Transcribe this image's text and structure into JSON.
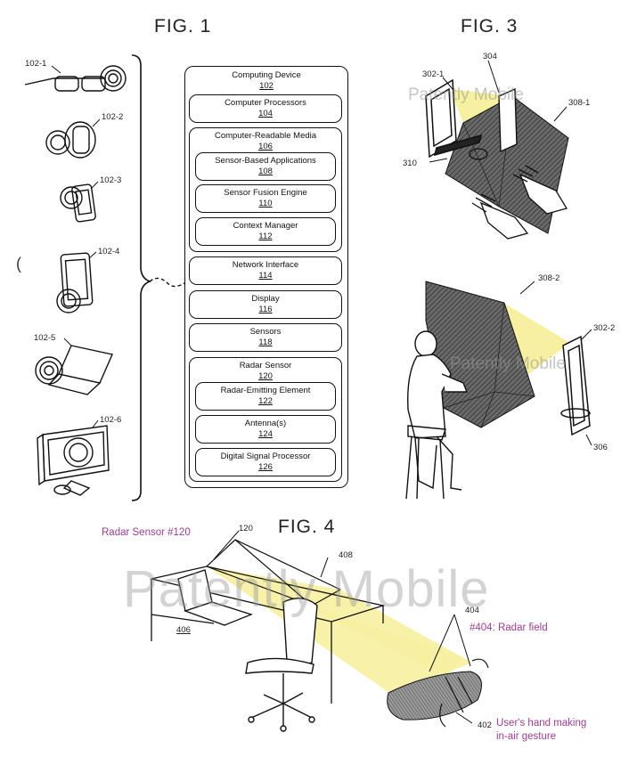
{
  "figures": {
    "fig1_title": "FIG. 1",
    "fig3_title": "FIG. 3",
    "fig4_title": "FIG. 4"
  },
  "fig1": {
    "devices": [
      "102-1",
      "102-2",
      "102-3",
      "102-4",
      "102-5",
      "102-6"
    ],
    "paren": "(",
    "computing_device": {
      "label": "Computing Device",
      "ref": "102"
    },
    "blocks": [
      {
        "label": "Computer Processors",
        "ref": "104"
      },
      {
        "label": "Computer-Readable Media",
        "ref": "106"
      },
      {
        "label": "Sensor-Based Applications",
        "ref": "108"
      },
      {
        "label": "Sensor Fusion Engine",
        "ref": "110"
      },
      {
        "label": "Context Manager",
        "ref": "112"
      },
      {
        "label": "Network Interface",
        "ref": "114"
      },
      {
        "label": "Display",
        "ref": "116"
      },
      {
        "label": "Sensors",
        "ref": "118"
      },
      {
        "label": "Radar Sensor",
        "ref": "120"
      },
      {
        "label": "Radar-Emitting Element",
        "ref": "122"
      },
      {
        "label": "Antenna(s)",
        "ref": "124"
      },
      {
        "label": "Digital Signal Processor",
        "ref": "126"
      }
    ]
  },
  "fig3": {
    "labels": {
      "l302_1": "302-1",
      "l304": "304",
      "l308_1": "308-1",
      "l310": "310",
      "l308_2": "308-2",
      "l302_2": "302-2",
      "l306": "306"
    }
  },
  "fig4": {
    "labels": {
      "l120": "120",
      "l408": "408",
      "l406": "406",
      "l404": "404",
      "l402": "402"
    },
    "annotations": {
      "radar_sensor": "Radar Sensor #120",
      "radar_field": "#404: Radar field",
      "hand_line1": "User's hand making",
      "hand_line2": "in-air gesture"
    }
  },
  "watermarks": {
    "small": "Patently Mobile",
    "large": "Patently Mobile"
  },
  "colors": {
    "beam": "#f7f0a0",
    "ink": "#111111",
    "annotation": "#9a3d8f",
    "watermark": "#9a9a9a"
  }
}
